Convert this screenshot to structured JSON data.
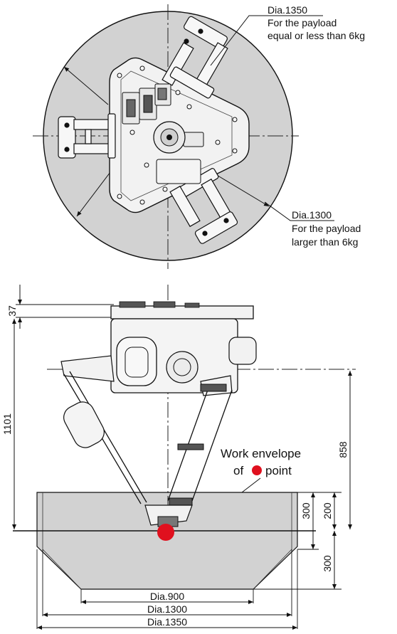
{
  "top_view": {
    "callout_1350": {
      "title": "Dia.1350",
      "line1": "For the payload",
      "line2": "equal or less than 6kg"
    },
    "callout_1300": {
      "title": "Dia.1300",
      "line1": "For the payload",
      "line2": "larger than 6kg"
    }
  },
  "side_view": {
    "dim_37": "37",
    "dim_1101": "1101",
    "dim_858": "858",
    "dim_300_inner": "300",
    "dim_200": "200",
    "dim_300_lower": "300",
    "work_envelope": {
      "line1": "Work envelope",
      "line2_prefix": "of",
      "line2_suffix": "point"
    },
    "dia_900": "Dia.900",
    "dia_1300": "Dia.1300",
    "dia_1350": "Dia.1350"
  },
  "colors": {
    "envelope_fill": "#d2d2d2",
    "robot_body": "#f2f2f2",
    "outline": "#111111",
    "point_red": "#e0101e"
  }
}
